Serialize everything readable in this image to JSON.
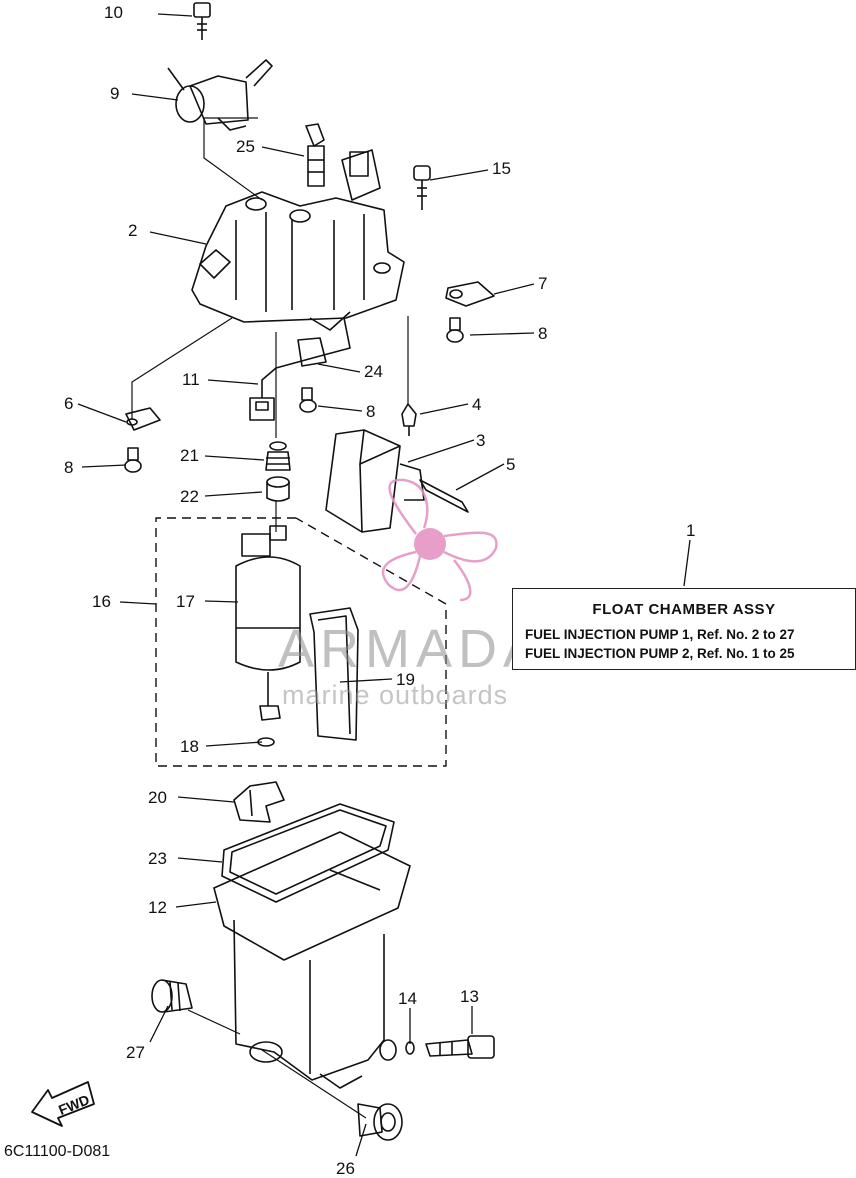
{
  "callouts": [
    {
      "id": "10",
      "label": "10"
    },
    {
      "id": "9",
      "label": "9"
    },
    {
      "id": "25",
      "label": "25"
    },
    {
      "id": "15",
      "label": "15"
    },
    {
      "id": "2",
      "label": "2"
    },
    {
      "id": "7",
      "label": "7"
    },
    {
      "id": "8a",
      "label": "8"
    },
    {
      "id": "11",
      "label": "11"
    },
    {
      "id": "24",
      "label": "24"
    },
    {
      "id": "6",
      "label": "6"
    },
    {
      "id": "8b",
      "label": "8"
    },
    {
      "id": "4",
      "label": "4"
    },
    {
      "id": "8c",
      "label": "8"
    },
    {
      "id": "3",
      "label": "3"
    },
    {
      "id": "21",
      "label": "21"
    },
    {
      "id": "5",
      "label": "5"
    },
    {
      "id": "22",
      "label": "22"
    },
    {
      "id": "1",
      "label": "1"
    },
    {
      "id": "16",
      "label": "16"
    },
    {
      "id": "17",
      "label": "17"
    },
    {
      "id": "19",
      "label": "19"
    },
    {
      "id": "18",
      "label": "18"
    },
    {
      "id": "20",
      "label": "20"
    },
    {
      "id": "23",
      "label": "23"
    },
    {
      "id": "12",
      "label": "12"
    },
    {
      "id": "14",
      "label": "14"
    },
    {
      "id": "13",
      "label": "13"
    },
    {
      "id": "27",
      "label": "27"
    },
    {
      "id": "26",
      "label": "26"
    }
  ],
  "spec_box": {
    "title": "FLOAT CHAMBER  ASSY",
    "line1": "FUEL INJECTION PUMP 1,  Ref. No. 2 to 27",
    "line2": "FUEL INJECTION PUMP 2,  Ref. No. 1 to 25"
  },
  "direction_arrow": "FWD",
  "part_code": "6C11100-D081",
  "watermark": {
    "brand": "ARMADA",
    "tagline": "marine outboards",
    "logo_color": "#e38fc0"
  },
  "colors": {
    "line": "#111111",
    "watermark_text": "#8c8c8c"
  }
}
